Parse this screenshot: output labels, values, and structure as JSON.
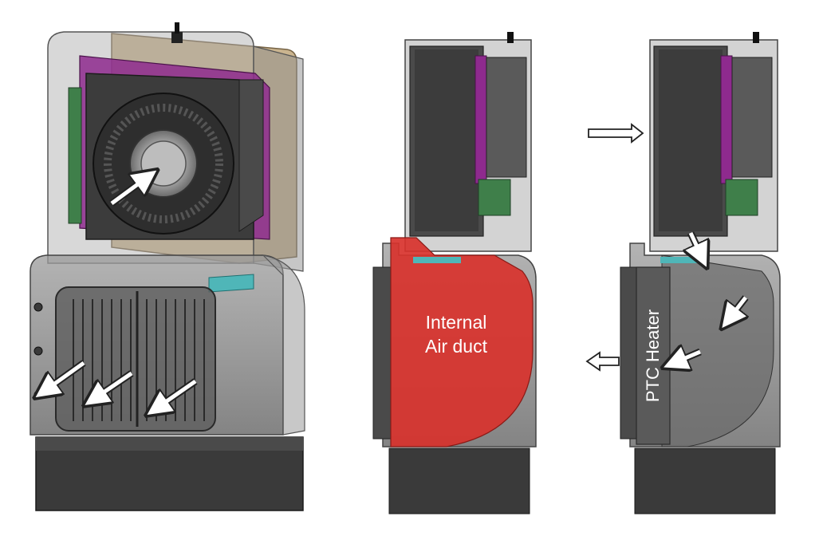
{
  "labels": {
    "internal_air_duct_line1": "Internal",
    "internal_air_duct_line2": "Air duct",
    "ptc_heater": "PTC Heater"
  },
  "colors": {
    "housing": "#7a7a7a",
    "housing_dark": "#4a4a4a",
    "base": "#3a3a3a",
    "magenta_bracket": "#8e2a8e",
    "tan_plate": "#c8b08a",
    "cyan_element": "#4fb6b8",
    "red_duct": "#d8322c",
    "pcb_green": "#3f7f4a",
    "arrow_fill": "#ffffff",
    "arrow_stroke": "#222222"
  },
  "icons": {
    "airflow_arrow": "arrow-icon",
    "fan": "blower-fan-icon"
  }
}
